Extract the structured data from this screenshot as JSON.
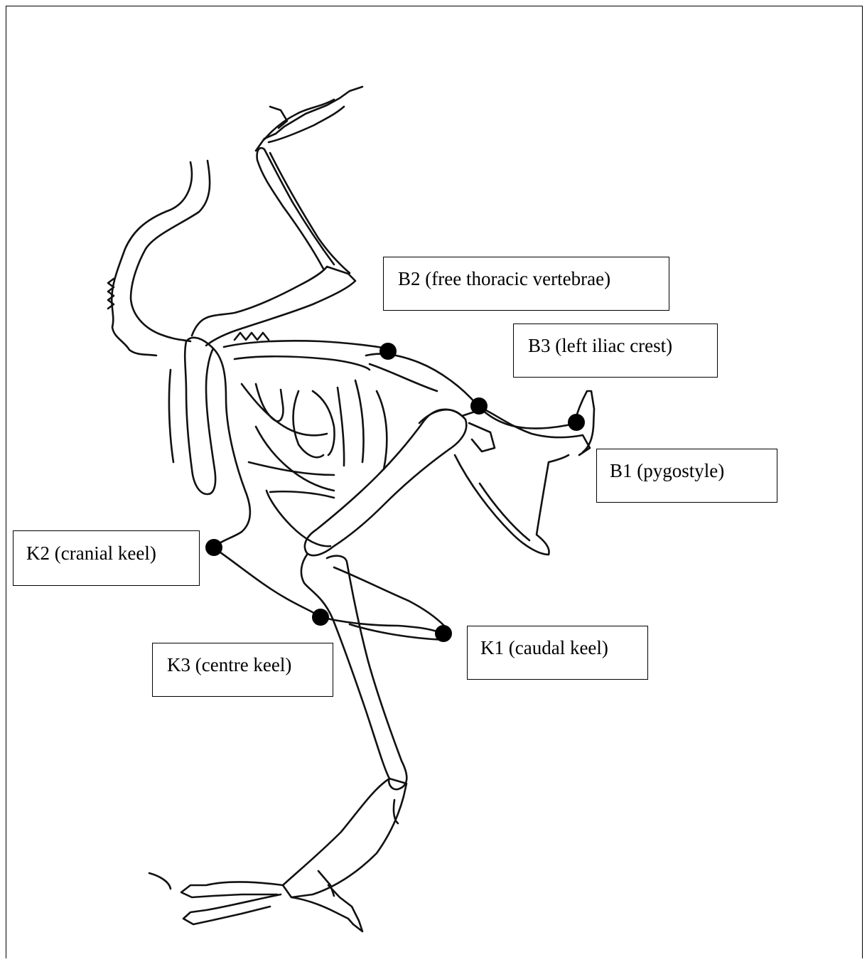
{
  "labels": {
    "b2": "B2 (free thoracic vertebrae)",
    "b3": "B3 (left iliac crest)",
    "b1": "B1 (pygostyle)",
    "k2": "K2 (cranial keel)",
    "k1": "K1 (caudal keel)",
    "k3": "K3 (centre keel)"
  },
  "colors": {
    "line": "#000000",
    "background": "#ffffff"
  }
}
